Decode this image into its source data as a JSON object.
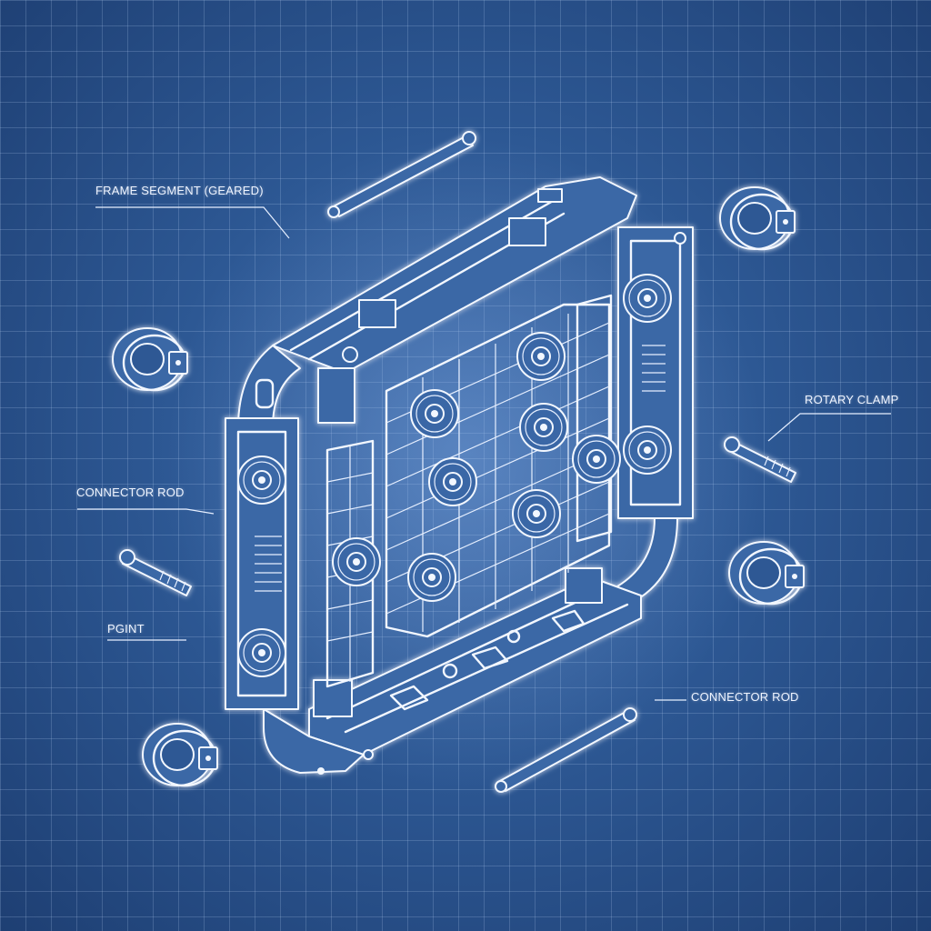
{
  "labels": {
    "frame_segment": "FRAME SEGMENT (GEARED)",
    "rotary_clamp": "ROTARY CLAMP",
    "connector_rod_left": "CONNECTOR ROD",
    "pgint": "PGINT",
    "connector_rod_bottom": "CONNECTOR ROD"
  },
  "colors": {
    "background": "#2d5894",
    "grid": "#b4cdf0",
    "ink": "#f2f7ff"
  }
}
